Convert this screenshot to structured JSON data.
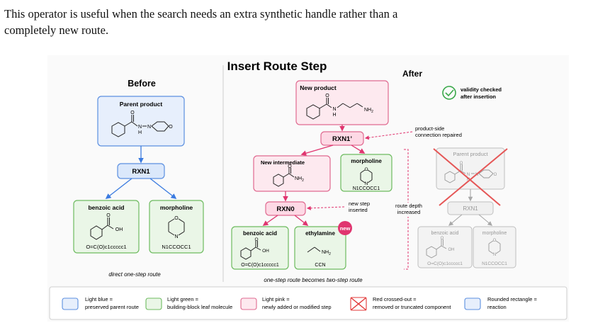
{
  "paragraph": {
    "line1": "This operator is useful when the search needs an extra synthetic handle rather than a",
    "line2": "completely new route."
  },
  "figure": {
    "title": "Insert Route Step",
    "before": {
      "heading": "Before",
      "parent_label": "Parent product",
      "reaction_label": "RXN1",
      "leaf_left_name": "benzoic acid",
      "leaf_left_smiles": "O=C(O)c1ccccc1",
      "leaf_right_name": "morpholine",
      "leaf_right_smiles": "N1CCOCC1",
      "caption": "direct one-step route"
    },
    "after": {
      "heading": "After",
      "new_product_label": "New product",
      "validity_note_line1": "validity checked",
      "validity_note_line2": "after insertion",
      "rxn_top_label": "RXN1’",
      "product_side_note_line1": "product-side",
      "product_side_note_line2": "connection repaired",
      "intermediate_label": "New intermediate",
      "morpholine_name": "morpholine",
      "morpholine_smiles": "N1CCOCC1",
      "rxn_bottom_label": "RXN0",
      "new_step_note_line1": "new step",
      "new_step_note_line2": "inserted",
      "route_depth_line1": "route depth",
      "route_depth_line2": "increased",
      "benzoic_name": "benzoic acid",
      "benzoic_smiles": "O=C(O)c1ccccc1",
      "ethylamine_name": "ethylamine",
      "ethylamine_smiles": "CCN",
      "new_badge": "new",
      "caption": "one-step route becomes two-step route",
      "ghost_parent_label": "Parent product",
      "ghost_rxn_label": "RXN1",
      "ghost_benzoic_name": "benzoic acid",
      "ghost_benzoic_smiles": "O=C(O)c1ccccc1",
      "ghost_morpholine_name": "morpholine",
      "ghost_morpholine_smiles": "N1CCOCC1"
    },
    "atoms": {
      "N": "N",
      "H": "H",
      "O": "O",
      "OH": "OH",
      "NH2": "NH",
      "sub2": "2"
    },
    "legend": {
      "blue_line1": "Light blue =",
      "blue_line2": "preserved parent route",
      "green_line1": "Light green =",
      "green_line2": "building-block leaf molecule",
      "pink_line1": "Light pink =",
      "pink_line2": "newly added or modified step",
      "red_line1": "Red crossed-out =",
      "red_line2": "removed or truncated component",
      "rect_line1": "Rounded rectangle =",
      "rect_line2": "reaction"
    },
    "colors": {
      "blue_fill": "#e7effc",
      "blue_stroke": "#5b8fe0",
      "green_fill": "#eaf6e7",
      "green_stroke": "#6dbb5f",
      "pink_fill": "#fde9ef",
      "pink_stroke": "#e06a90",
      "red": "#e23a3a",
      "check_green": "#3aa84a",
      "grey": "#9a9a9a"
    }
  }
}
